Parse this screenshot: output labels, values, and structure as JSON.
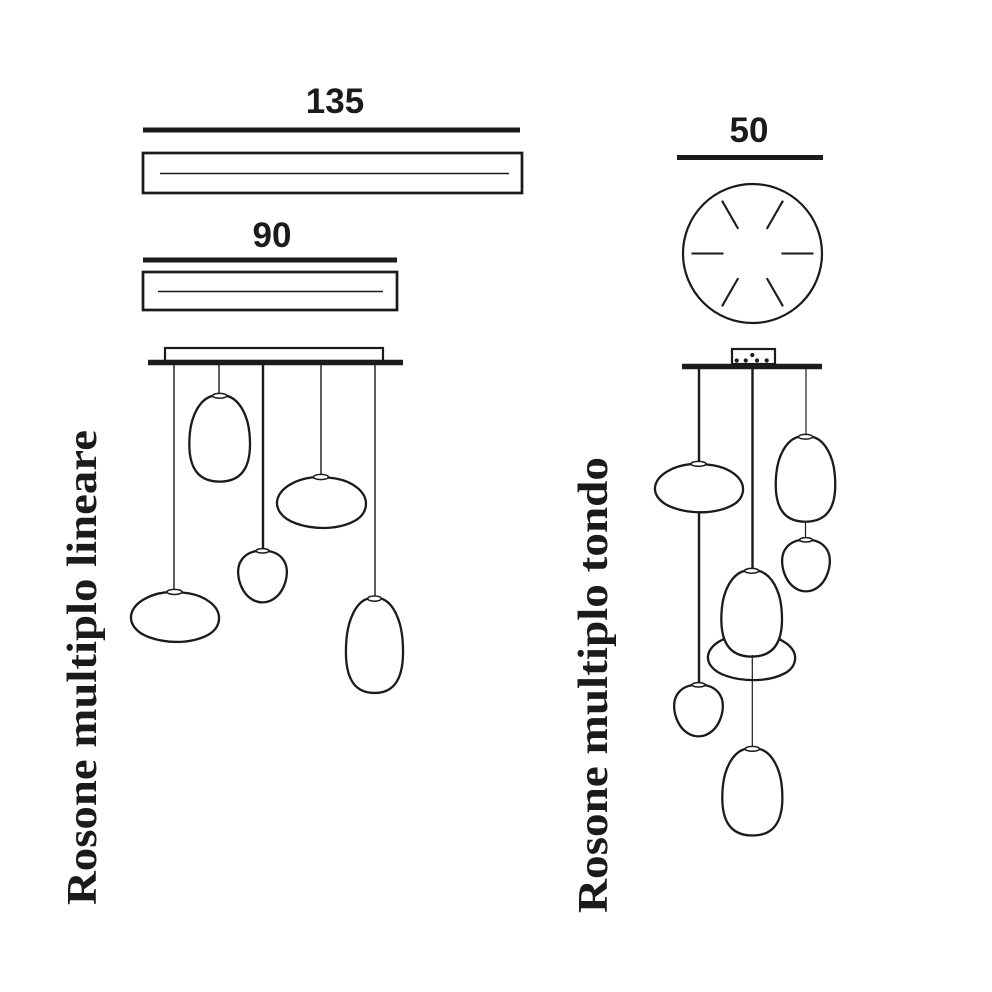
{
  "sections": {
    "linear": {
      "label": "Rosone multiplo lineare",
      "canopies": [
        {
          "shape": "bar",
          "dimension": "135"
        },
        {
          "shape": "bar",
          "dimension": "90"
        }
      ],
      "pendant_shapes": [
        "pebble",
        "bell",
        "apple",
        "pebble",
        "bell"
      ]
    },
    "round": {
      "label": "Rosone multiplo tondo",
      "canopies": [
        {
          "shape": "disc",
          "dimension": "50"
        }
      ],
      "pendant_shapes": [
        "pebble",
        "apple",
        "bell",
        "pebble",
        "bell",
        "bell",
        "apple"
      ]
    }
  },
  "colors": {
    "ink": "#1b1b1b",
    "background": "#ffffff"
  }
}
